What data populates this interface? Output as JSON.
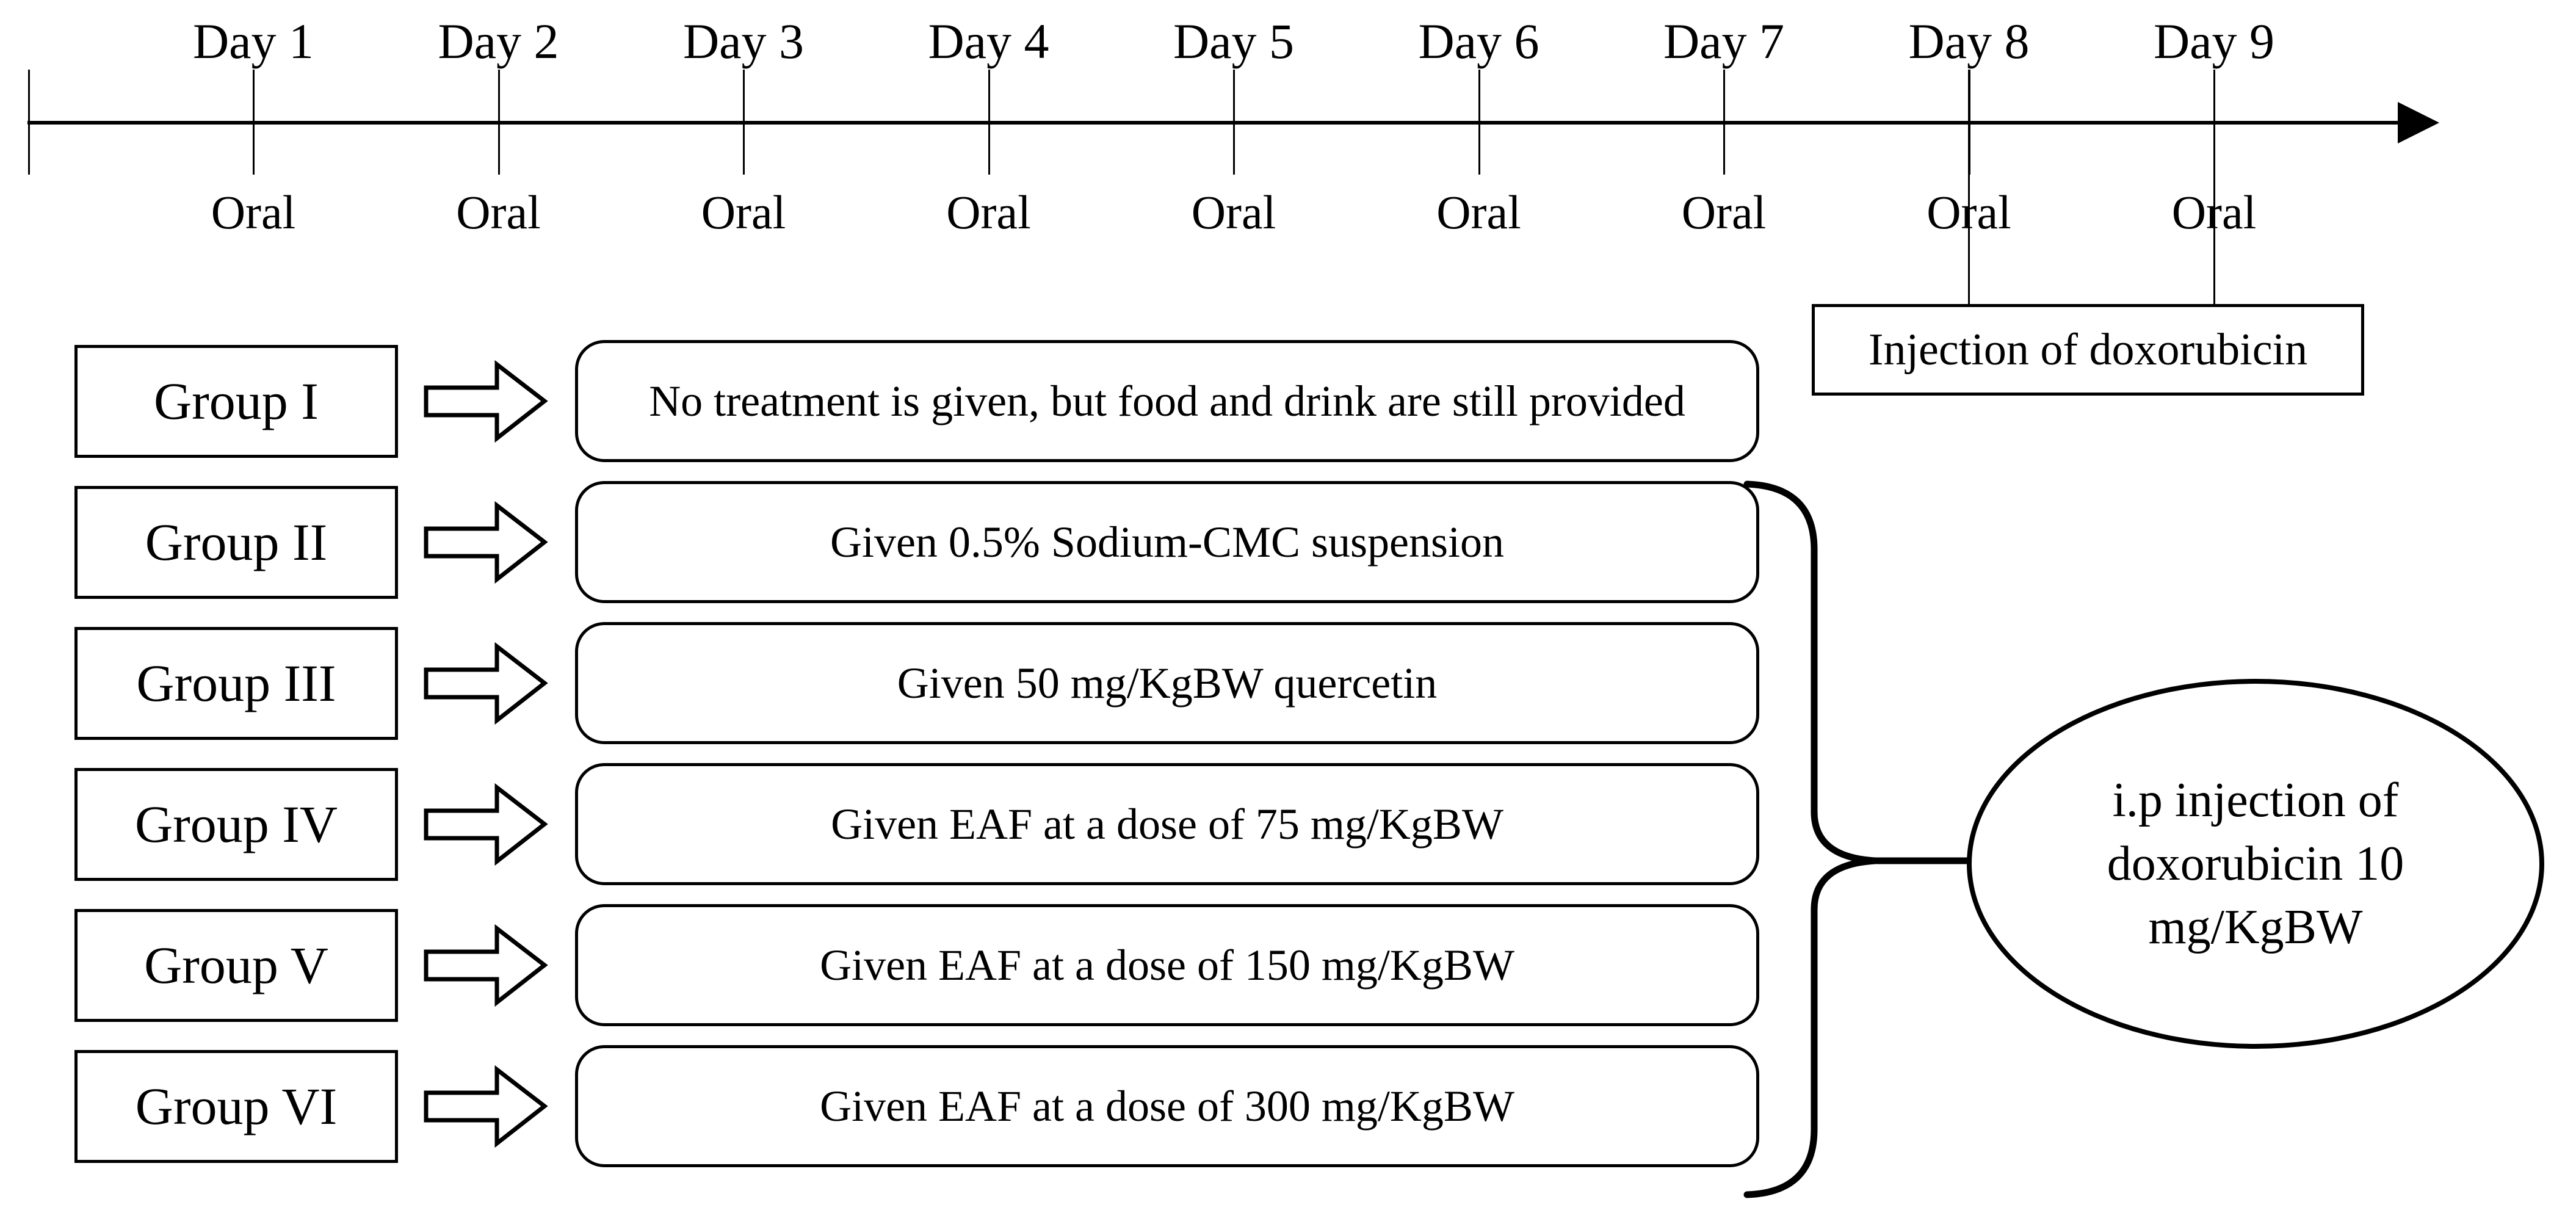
{
  "timeline": {
    "days": [
      {
        "label": "Day 1",
        "route": "Oral"
      },
      {
        "label": "Day 2",
        "route": "Oral"
      },
      {
        "label": "Day 3",
        "route": "Oral"
      },
      {
        "label": "Day 4",
        "route": "Oral"
      },
      {
        "label": "Day 5",
        "route": "Oral"
      },
      {
        "label": "Day 6",
        "route": "Oral"
      },
      {
        "label": "Day 7",
        "route": "Oral"
      },
      {
        "label": "Day 8",
        "route": "Oral"
      },
      {
        "label": "Day 9",
        "route": "Oral"
      }
    ],
    "injection_label": "Injection of doxorubicin"
  },
  "groups": [
    {
      "label": "Group I",
      "description": "No treatment is given, but food and drink are still provided"
    },
    {
      "label": "Group II",
      "description": "Given 0.5% Sodium-CMC suspension"
    },
    {
      "label": "Group III",
      "description": "Given 50 mg/KgBW quercetin"
    },
    {
      "label": "Group IV",
      "description": "Given EAF at a dose of 75 mg/KgBW"
    },
    {
      "label": "Group V",
      "description": "Given EAF at a dose of 150 mg/KgBW"
    },
    {
      "label": "Group VI",
      "description": "Given EAF at a dose of 300 mg/KgBW"
    }
  ],
  "callout": {
    "lines": [
      "i.p injection of",
      "doxorubicin 10",
      "mg/KgBW"
    ]
  },
  "colors": {
    "ink": "#000000",
    "background": "#ffffff"
  }
}
